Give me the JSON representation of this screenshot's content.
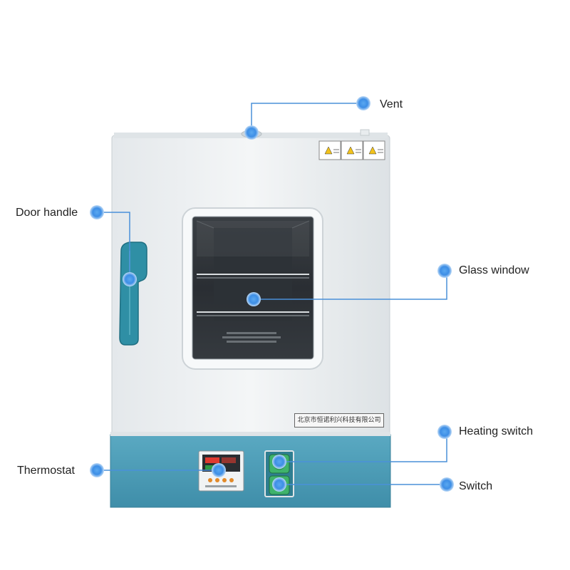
{
  "labels": {
    "vent": "Vent",
    "door_handle": "Door handle",
    "glass_window": "Glass window",
    "heating_switch": "Heating switch",
    "thermostat": "Thermostat",
    "switch": "Switch"
  },
  "nameplate": "北京市恒诺利兴科技有限公司",
  "colors": {
    "marker": "#3d8ee6",
    "leader": "#4a90d9",
    "base_panel": "#4e9fba",
    "body": "#eef1f3",
    "handle": "#2f8fa5"
  }
}
